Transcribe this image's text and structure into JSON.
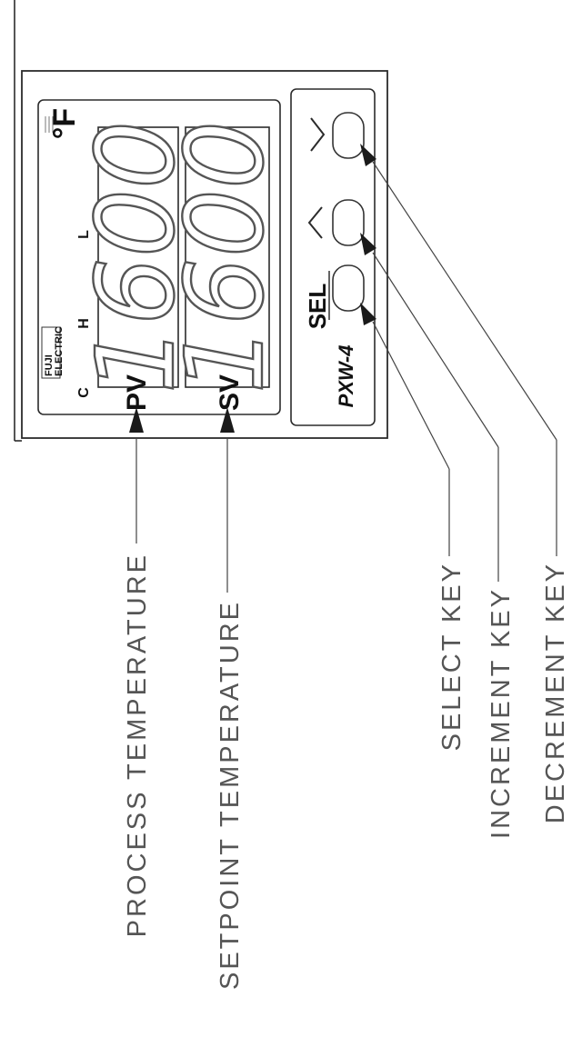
{
  "device": {
    "brand_line1": "FUJI",
    "brand_line2": "ELECTRIC",
    "unit": "°F",
    "indicator_c": "C",
    "indicator_h": "H",
    "indicator_l": "L",
    "pv_label": "PV",
    "sv_label": "SV",
    "pv_value": "1600",
    "sv_value": "1600",
    "model": "PXW-4",
    "sel_label": "SEL",
    "up_symbol": "^",
    "down_symbol": "v"
  },
  "callouts": {
    "process": "PROCESS TEMPERATURE",
    "setpoint": "SETPOINT TEMPERATURE",
    "select": "SELECT KEY",
    "increment": "INCREMENT KEY",
    "decrement": "DECREMENT KEY"
  }
}
